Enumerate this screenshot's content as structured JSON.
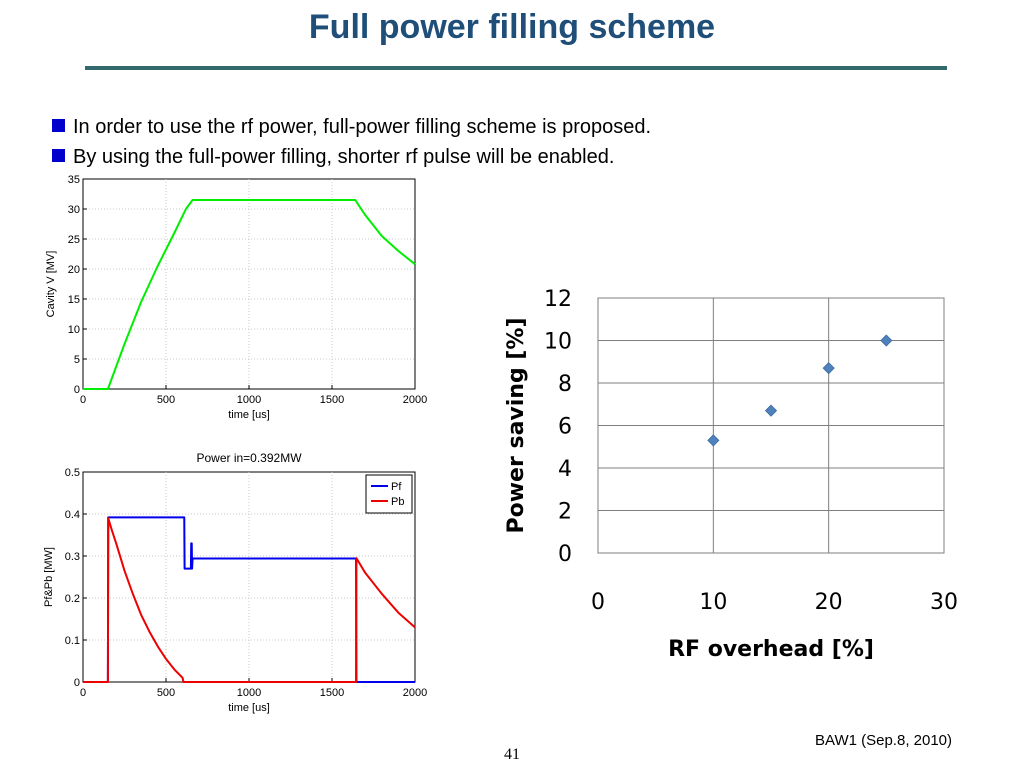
{
  "slide": {
    "title": "Full power filling scheme",
    "bullets": [
      "In order to use the rf power, full-power filling scheme is proposed.",
      "By using the full-power filling, shorter rf pulse will be enabled."
    ],
    "footer_note": "BAW1 (Sep.8, 2010)",
    "page_number": "41"
  },
  "chart_data": [
    {
      "type": "line",
      "title": "",
      "xlabel": "time [us]",
      "ylabel": "Cavity V  [MV]",
      "xlim": [
        0,
        2000
      ],
      "ylim": [
        0,
        35
      ],
      "xticks": [
        0,
        500,
        1000,
        1500,
        2000
      ],
      "yticks": [
        0,
        5,
        10,
        15,
        20,
        25,
        30,
        35
      ],
      "grid": true,
      "series": [
        {
          "color": "#00ee00",
          "x": [
            0,
            150,
            250,
            350,
            450,
            550,
            620,
            660,
            1000,
            1640,
            1700,
            1800,
            1900,
            2000
          ],
          "y": [
            0,
            0,
            7.5,
            14.5,
            20.5,
            26,
            30,
            31.5,
            31.5,
            31.5,
            29,
            25.5,
            23,
            20.8
          ]
        }
      ]
    },
    {
      "type": "line",
      "title": "Power in=0.392MW",
      "xlabel": "time [us]",
      "ylabel": "Pf&Pb [MW]",
      "xlim": [
        0,
        2000
      ],
      "ylim": [
        0,
        0.5
      ],
      "xticks": [
        0,
        500,
        1000,
        1500,
        2000
      ],
      "yticks": [
        0,
        0.1,
        0.2,
        0.3,
        0.4,
        0.5
      ],
      "grid": true,
      "legend": "top-right",
      "series": [
        {
          "name": "Pf",
          "color": "#0000ee",
          "x": [
            0,
            150,
            152,
            610,
            612,
            650,
            652,
            655,
            657,
            660,
            1000,
            1645,
            1647,
            2000
          ],
          "y": [
            0,
            0,
            0.392,
            0.392,
            0.27,
            0.27,
            0.33,
            0.33,
            0.27,
            0.294,
            0.294,
            0.294,
            0,
            0
          ]
        },
        {
          "name": "Pb",
          "color": "#ee0000",
          "x": [
            0,
            150,
            152,
            175,
            200,
            250,
            300,
            350,
            400,
            450,
            500,
            550,
            600,
            605,
            610,
            1645,
            1647,
            1700,
            1800,
            1900,
            2000
          ],
          "y": [
            0,
            0,
            0.39,
            0.36,
            0.33,
            0.265,
            0.21,
            0.16,
            0.12,
            0.085,
            0.055,
            0.03,
            0.01,
            0,
            0,
            0,
            0.295,
            0.26,
            0.21,
            0.165,
            0.13
          ]
        }
      ]
    },
    {
      "type": "scatter",
      "title": "",
      "xlabel": "RF overhead [%]",
      "ylabel": "Power saving [%]",
      "xlim": [
        0,
        30
      ],
      "ylim": [
        0,
        12
      ],
      "xticks": [
        0,
        10,
        20,
        30
      ],
      "yticks": [
        0,
        2,
        4,
        6,
        8,
        10,
        12
      ],
      "grid": true,
      "series": [
        {
          "color": "#4f81bd",
          "x": [
            10,
            15,
            20,
            25
          ],
          "y": [
            5.3,
            6.7,
            8.7,
            10
          ]
        }
      ]
    }
  ]
}
